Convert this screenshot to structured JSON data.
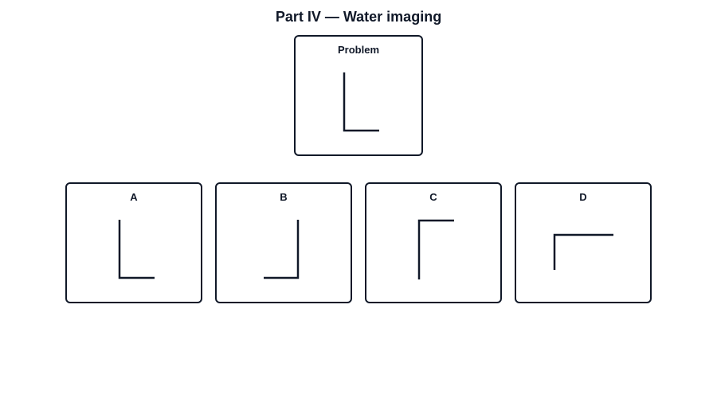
{
  "title": "Part IV — Water imaging",
  "problem": {
    "label": "Problem"
  },
  "options": [
    {
      "label": "A"
    },
    {
      "label": "B"
    },
    {
      "label": "C"
    },
    {
      "label": "D"
    }
  ],
  "colors": {
    "ink": "#101828",
    "background": "#ffffff"
  }
}
